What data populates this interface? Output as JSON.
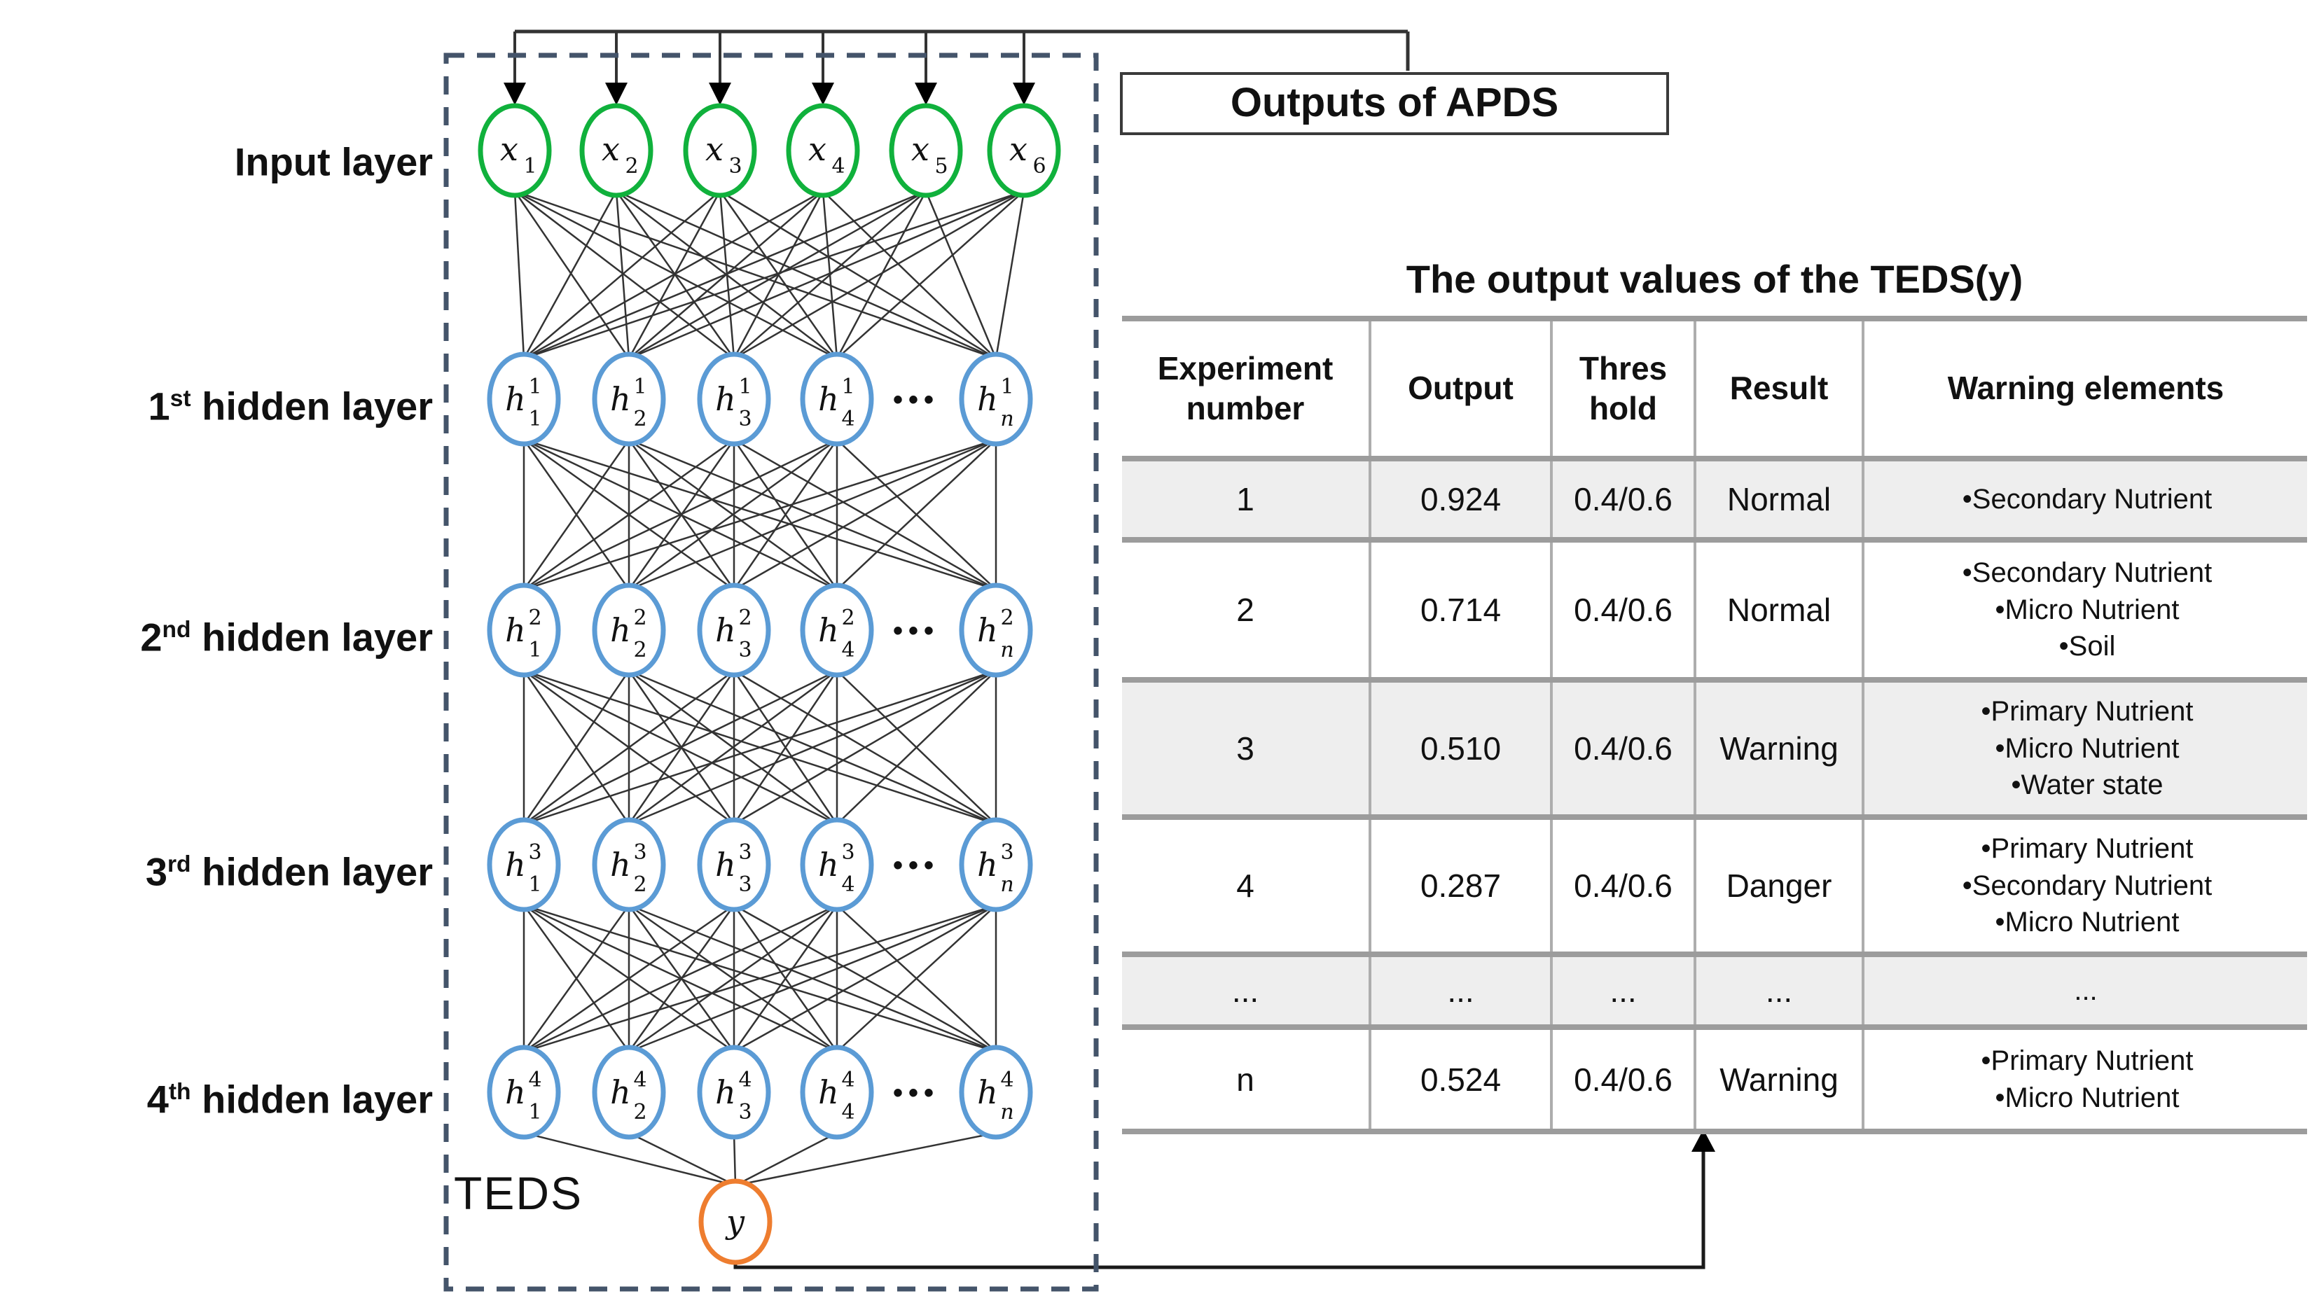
{
  "figure": {
    "network": {
      "layer_labels": [
        {
          "num": "",
          "sup": "",
          "text": "Input layer"
        },
        {
          "num": "1",
          "sup": "st",
          "text": " hidden layer"
        },
        {
          "num": "2",
          "sup": "nd",
          "text": " hidden layer"
        },
        {
          "num": "3",
          "sup": "rd",
          "text": " hidden layer"
        },
        {
          "num": "4",
          "sup": "th",
          "text": " hidden layer"
        }
      ],
      "input_nodes": [
        {
          "base": "x",
          "sub": "1"
        },
        {
          "base": "x",
          "sub": "2"
        },
        {
          "base": "x",
          "sub": "3"
        },
        {
          "base": "x",
          "sub": "4"
        },
        {
          "base": "x",
          "sub": "5"
        },
        {
          "base": "x",
          "sub": "6"
        }
      ],
      "hidden_rows": [
        {
          "layer": "1",
          "subs": [
            "1",
            "2",
            "3",
            "4",
            "n"
          ]
        },
        {
          "layer": "2",
          "subs": [
            "1",
            "2",
            "3",
            "4",
            "n"
          ]
        },
        {
          "layer": "3",
          "subs": [
            "1",
            "2",
            "3",
            "4",
            "n"
          ]
        },
        {
          "layer": "4",
          "subs": [
            "1",
            "2",
            "3",
            "4",
            "n"
          ]
        }
      ],
      "dots": "•••",
      "output_node": {
        "base": "y"
      },
      "teds_label": "TEDS",
      "apds_label": "Outputs of APDS"
    },
    "table": {
      "title": "The output values of the TEDS(y)",
      "headers": [
        "Experiment\nnumber",
        "Output",
        "Thres\nhold",
        "Result",
        "Warning elements"
      ],
      "rows": [
        {
          "experiment": "1",
          "output": "0.924",
          "threshold": "0.4/0.6",
          "result": "Normal",
          "warnings": [
            "Secondary Nutrient"
          ],
          "shaded": true
        },
        {
          "experiment": "2",
          "output": "0.714",
          "threshold": "0.4/0.6",
          "result": "Normal",
          "warnings": [
            "Secondary Nutrient",
            "Micro Nutrient",
            "Soil"
          ],
          "shaded": false
        },
        {
          "experiment": "3",
          "output": "0.510",
          "threshold": "0.4/0.6",
          "result": "Warning",
          "warnings": [
            "Primary Nutrient",
            "Micro Nutrient",
            "Water state"
          ],
          "shaded": true
        },
        {
          "experiment": "4",
          "output": "0.287",
          "threshold": "0.4/0.6",
          "result": "Danger",
          "warnings": [
            "Primary Nutrient",
            "Secondary Nutrient",
            "Micro Nutrient"
          ],
          "shaded": false
        },
        {
          "experiment": "...",
          "output": "...",
          "threshold": "...",
          "result": "...",
          "warnings": "...",
          "shaded": true
        },
        {
          "experiment": "n",
          "output": "0.524",
          "threshold": "0.4/0.6",
          "result": "Warning",
          "warnings": [
            "Primary Nutrient",
            "Micro Nutrient"
          ],
          "shaded": false
        }
      ],
      "bullet": "•"
    }
  },
  "colors": {
    "input_node": "#10b13c",
    "hidden_node": "#5b9bd5",
    "output_node": "#ee7d2f",
    "dashed_box": "#44546a",
    "line": "#333333",
    "row_shade": "#eeeeee",
    "row_border": "#9c9c9c",
    "col_border": "#adadad",
    "text": "#111111"
  }
}
